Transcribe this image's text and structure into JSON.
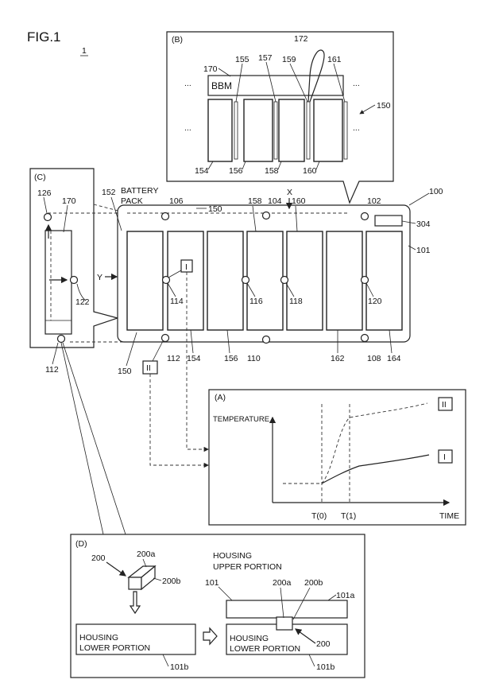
{
  "figure": {
    "title": "FIG.1",
    "ref_1": "1"
  },
  "pack": {
    "ref_100": "100",
    "ref_101": "101",
    "ref_304": "304",
    "ref_150": "150",
    "ref_152": "152",
    "battery_line1": "BATTERY",
    "battery_line2": "PACK",
    "x_label": "X",
    "y_label": "Y",
    "sensor_refs": [
      "102",
      "104",
      "106",
      "108",
      "110",
      "112",
      "114",
      "116",
      "118",
      "120"
    ],
    "cell_refs_top": [
      "158",
      "160"
    ],
    "cell_refs_bottom": [
      "154",
      "156",
      "162",
      "164"
    ],
    "marker_1": "I",
    "marker_2": "II"
  },
  "panel_b": {
    "label": "(B)",
    "bbm": "BBM",
    "refs": [
      "170",
      "155",
      "157",
      "159",
      "161",
      "172",
      "150",
      "154",
      "156",
      "158",
      "160"
    ],
    "dots": "..."
  },
  "panel_c": {
    "label": "(C)",
    "refs": [
      "126",
      "170",
      "122",
      "112"
    ]
  },
  "panel_a": {
    "label": "(A)",
    "y_axis": "TEMPERATURE",
    "x_axis": "TIME",
    "t0": "T(0)",
    "t1": "T(1)",
    "series_1": "I",
    "series_2": "II"
  },
  "panel_d": {
    "label": "(D)",
    "refs": [
      "200",
      "200a",
      "200b",
      "101",
      "200a",
      "200b",
      "101a",
      "200",
      "101b",
      "101b"
    ],
    "housing_upper_1": "HOUSING",
    "housing_upper_2": "UPPER PORTION",
    "housing_lower_1": "HOUSING",
    "housing_lower_2": "LOWER PORTION",
    "housing_lower_3": "HOUSING",
    "housing_lower_4": "LOWER PORTION"
  }
}
